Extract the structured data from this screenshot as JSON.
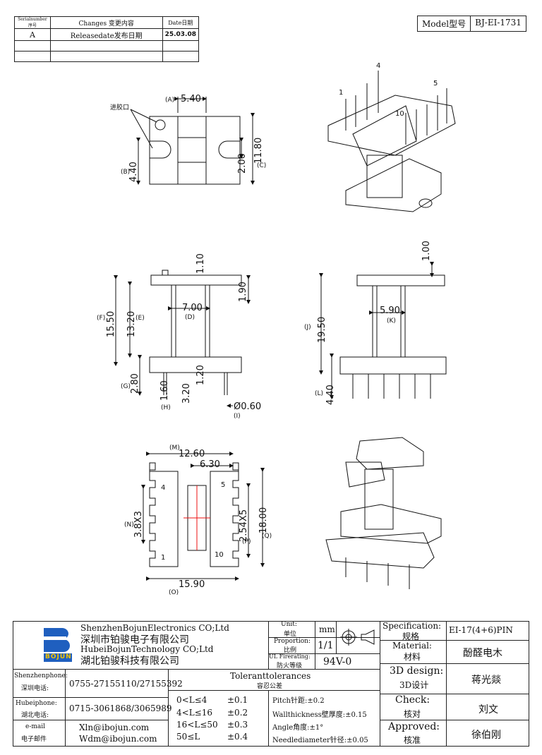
{
  "revision_table": {
    "headers": [
      "Serialnumber序号",
      "Changes 变更内容",
      "Date日期"
    ],
    "rows": [
      [
        "A",
        "Releasedate发布日期",
        "25.03.08"
      ]
    ]
  },
  "model": {
    "label": "Model型号",
    "value": "BJ-EI-1731"
  },
  "top_view": {
    "inlet_label": "进胶口",
    "dims": {
      "A": "5.40",
      "B": "4.40",
      "C": "11.80",
      "c2": "2.00"
    },
    "letters": {
      "A": "(A)",
      "B": "(B)",
      "C": "(C)"
    }
  },
  "iso_top": {
    "pins": [
      "1",
      "4",
      "5",
      "10"
    ]
  },
  "side_view": {
    "dims": {
      "d110": "1.10",
      "d190": "1.90",
      "D": "7.00",
      "F": "15.50",
      "E": "13.20",
      "G": "2.80",
      "H": "1.60",
      "d320": "3.20",
      "d120": "1.20",
      "I": "Ø0.60"
    },
    "letters": {
      "D": "(D)",
      "F": "(F)",
      "E": "(E)",
      "G": "(G)",
      "H": "(H)",
      "I": "(I)"
    }
  },
  "front_view": {
    "dims": {
      "d100": "1.00",
      "K": "5.90",
      "J": "19.50",
      "L": "4.40"
    },
    "letters": {
      "K": "(K)",
      "J": "(J)",
      "L": "(L)"
    }
  },
  "bottom_view": {
    "dims": {
      "M": "12.60",
      "d630": "6.30",
      "N": "3.8X3",
      "P": "2.54X5",
      "Q": "18.00",
      "O": "15.90"
    },
    "letters": {
      "M": "(M)",
      "N": "(N)",
      "P": "(P)",
      "Q": "(Q)",
      "O": "(O)"
    },
    "pins": [
      "4",
      "5",
      "1",
      "10"
    ]
  },
  "title_block": {
    "company_en_1": "ShenzhenBojunElectronics CO;Ltd",
    "company_cn_1": "深圳市铂骏电子有限公司",
    "company_en_2": "HubeiBojunTechnology CO;Ltd",
    "company_cn_2": "湖北铂骏科技有限公司",
    "logo_text": "BOJUN",
    "unit_label": "Unit:",
    "unit_label_cn": "单位",
    "unit_value": "mm",
    "proportion_label": "Proportion:",
    "proportion_label_cn": "比例",
    "proportion_value": "1/1",
    "fire_label": "UL Firerating:",
    "fire_label_cn": "防火等级",
    "fire_value": "94V-0",
    "spec_label": "Specification:",
    "spec_label_cn": "规格",
    "spec_value": "EI-17(4+6)PIN",
    "material_label": "Material:",
    "material_label_cn": "材料",
    "material_value": "酚醛电木",
    "design_label": "3D design:",
    "design_label_cn": "3D设计",
    "design_value": "蒋光燚",
    "check_label": "Check:",
    "check_label_cn": "核对",
    "check_value": "刘文",
    "approved_label": "Approved:",
    "approved_label_cn": "核准",
    "approved_value": "徐伯刚",
    "sz_phone_label": "Shenzhenphone:",
    "sz_phone_label_cn": "深圳电话:",
    "sz_phone": "0755-27155110/27155392",
    "hb_phone_label": "Hubeiphone:",
    "hb_phone_label_cn": "湖北电话:",
    "hb_phone": "0715-3061868/3065989",
    "email_label": "e-mail",
    "email_label_cn": "电子邮件",
    "email_1": "Xln@ibojun.com",
    "email_2": "Wdm@ibojun.com",
    "tol_title": "Toleranttolerances",
    "tol_title_cn": "容忍公差",
    "tol_rows": [
      {
        "range": "0<L≤4",
        "tol": "±0.1"
      },
      {
        "range": "4<L≤16",
        "tol": "±0.2"
      },
      {
        "range": "16<L≤50",
        "tol": "±0.3"
      },
      {
        "range": "50≤L",
        "tol": "±0.4"
      }
    ],
    "notes": [
      "Pitch针距:±0.2",
      "Wallthickness壁厚度:±0.15",
      "Angle角度:±1°",
      "Needlediameter针径:±0.05"
    ]
  }
}
